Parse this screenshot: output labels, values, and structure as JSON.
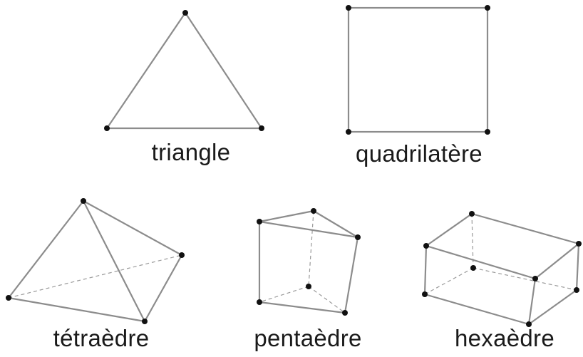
{
  "shapes": {
    "triangle": {
      "label": "triangle"
    },
    "quadrilateral": {
      "label": "quadrilatère"
    },
    "tetrahedron": {
      "label": "tétraèdre"
    },
    "pentahedron": {
      "label": "pentaèdre"
    },
    "hexahedron": {
      "label": "hexaèdre"
    }
  }
}
